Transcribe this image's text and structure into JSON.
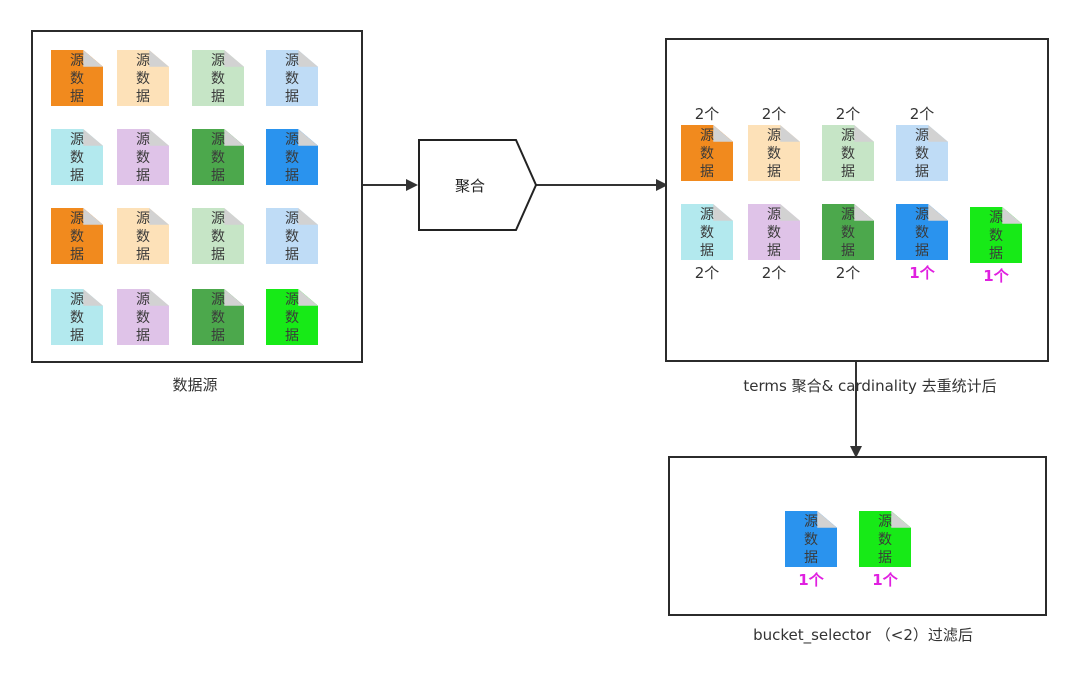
{
  "doc_text": {
    "line1": "源",
    "line2": "数",
    "line3": "据"
  },
  "colors": {
    "orange": "#f18a1e",
    "peach": "#fde1b8",
    "lightgreen": "#c6e5c6",
    "lightblue": "#bfdcf6",
    "cyan": "#b3e9ee",
    "lavender": "#dfc3e8",
    "green": "#4ca84c",
    "blue": "#2a93ee",
    "lime": "#17ea17",
    "highlight": "#e020e0"
  },
  "source_panel": {
    "caption": "数据源",
    "grid": [
      [
        "orange",
        "peach",
        "lightgreen",
        "lightblue"
      ],
      [
        "cyan",
        "lavender",
        "green",
        "blue"
      ],
      [
        "orange",
        "peach",
        "lightgreen",
        "lightblue"
      ],
      [
        "cyan",
        "lavender",
        "green",
        "lime"
      ]
    ]
  },
  "aggregate_node": {
    "label": "聚合"
  },
  "terms_panel": {
    "caption": "terms 聚合& cardinality 去重统计后",
    "row1": [
      {
        "color": "orange",
        "count": "2个"
      },
      {
        "color": "peach",
        "count": "2个"
      },
      {
        "color": "lightgreen",
        "count": "2个"
      },
      {
        "color": "lightblue",
        "count": "2个"
      }
    ],
    "row2": [
      {
        "color": "cyan",
        "count": "2个"
      },
      {
        "color": "lavender",
        "count": "2个"
      },
      {
        "color": "green",
        "count": "2个"
      },
      {
        "color": "blue",
        "count": "1个"
      },
      {
        "color": "lime",
        "count": "1个"
      }
    ]
  },
  "filter_panel": {
    "caption": "bucket_selector （<2）过滤后",
    "items": [
      {
        "color": "blue",
        "count": "1个"
      },
      {
        "color": "lime",
        "count": "1个"
      }
    ]
  }
}
